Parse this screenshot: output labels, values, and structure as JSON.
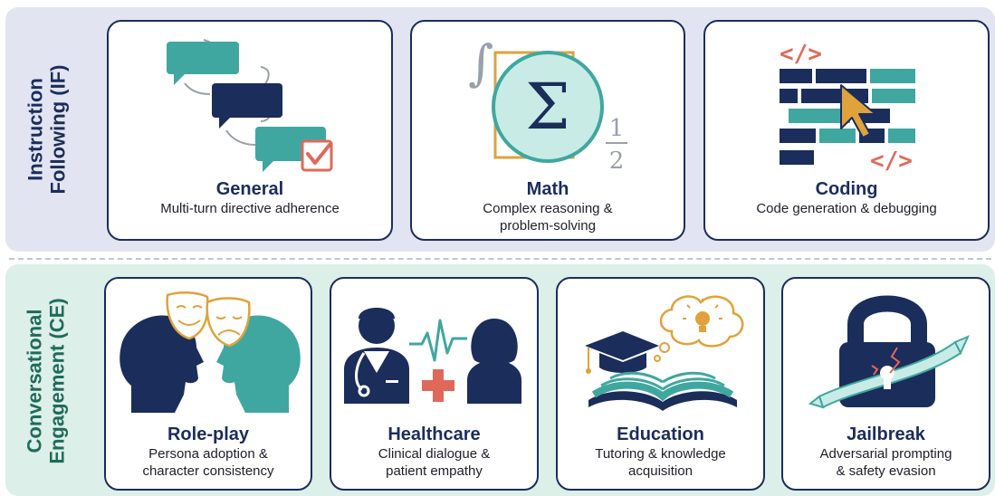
{
  "groups": [
    {
      "label_lines": [
        "Instruction",
        "Following (IF)"
      ],
      "categories": [
        {
          "title": "General",
          "description_lines": [
            "Multi-turn directive adherence"
          ],
          "icon": "chat-bubbles-checkmark-icon"
        },
        {
          "title": "Math",
          "description_lines": [
            "Complex reasoning &",
            "problem-solving"
          ],
          "icon": "sigma-integral-icon"
        },
        {
          "title": "Coding",
          "description_lines": [
            "Code generation & debugging"
          ],
          "icon": "brick-wall-cursor-icon"
        }
      ]
    },
    {
      "label_lines": [
        "Conversational",
        "Engagement (CE)"
      ],
      "categories": [
        {
          "title": "Role-play",
          "description_lines": [
            "Persona adoption &",
            "character consistency"
          ],
          "icon": "heads-theater-masks-icon"
        },
        {
          "title": "Healthcare",
          "description_lines": [
            "Clinical dialogue &",
            "patient empathy"
          ],
          "icon": "doctor-patient-icon"
        },
        {
          "title": "Education",
          "description_lines": [
            "Tutoring & knowledge",
            "acquisition"
          ],
          "icon": "graduation-book-icon"
        },
        {
          "title": "Jailbreak",
          "description_lines": [
            "Adversarial prompting",
            "& safety evasion"
          ],
          "icon": "padlock-ribbon-icon"
        }
      ]
    }
  ],
  "icon_glyphs": {
    "code_tag": "</>",
    "sigma": "Σ",
    "integral": "∫",
    "fraction_numerator": "1",
    "fraction_denominator": "2"
  },
  "colors": {
    "navy": "#1b2d5b",
    "teal": "#3fa7a0",
    "coral": "#e0685a",
    "gold": "#e0a23a",
    "if_band": "#e2e5f1",
    "ce_band": "#dcefe8"
  }
}
